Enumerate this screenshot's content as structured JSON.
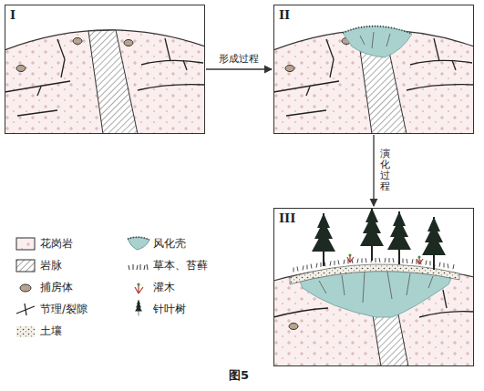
{
  "diagram": {
    "caption": "图5",
    "nodes": [
      {
        "text": [
          "I"
        ]
      },
      {
        "text": [
          "II"
        ]
      },
      {
        "text": [
          "III"
        ]
      }
    ],
    "edges": [
      {
        "from": 0,
        "to": 1,
        "label": "形成过程",
        "arrow": "to"
      },
      {
        "from": 1,
        "to": 2,
        "label": "演化过程",
        "arrow": "to"
      }
    ],
    "legend": [
      {
        "text": "花岗岩"
      },
      {
        "text": "岩脉"
      },
      {
        "text": "捕房体"
      },
      {
        "text": "节理/裂隙"
      },
      {
        "text": "土壤"
      },
      {
        "text": "风化壳"
      },
      {
        "text": "草本、苔藓"
      },
      {
        "text": "灌木"
      },
      {
        "text": "针叶树"
      }
    ]
  }
}
